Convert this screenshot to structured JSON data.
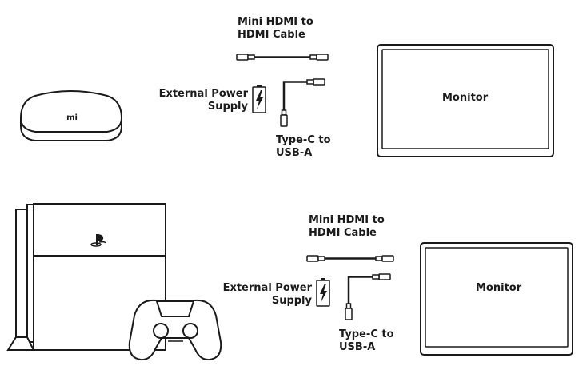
{
  "top_setup": {
    "cable_hdmi_label": [
      "Mini HDMI to",
      "HDMI Cable"
    ],
    "power_label": [
      "External Power",
      "Supply"
    ],
    "cable_usb_label": [
      "Type-C to",
      "USB-A"
    ],
    "monitor_label": "Monitor",
    "device_logo": "mi"
  },
  "bottom_setup": {
    "cable_hdmi_label": [
      "Mini HDMI to",
      "HDMI Cable"
    ],
    "power_label": [
      "External Power",
      "Supply"
    ],
    "cable_usb_label": [
      "Type-C to",
      "USB-A"
    ],
    "monitor_label": "Monitor"
  },
  "colors": {
    "stroke": "#1a1a1a",
    "background": "#ffffff"
  }
}
